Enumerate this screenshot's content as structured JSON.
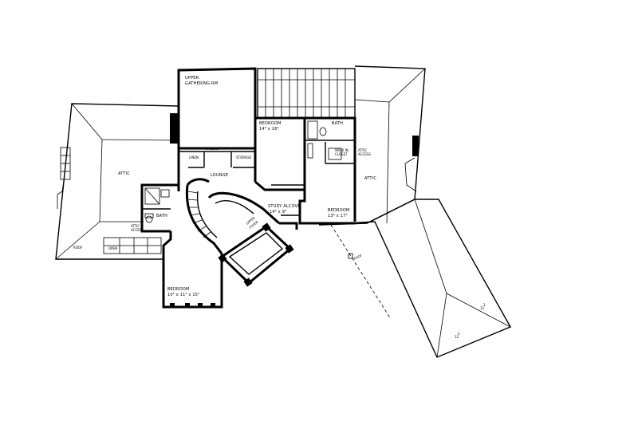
{
  "rooms": {
    "upper_gathering": [
      "UPPER",
      "GATHERING RM"
    ],
    "bedroom_top": [
      "BEDROOM",
      "14⁸ x 16⁰"
    ],
    "bath_top": "BATH",
    "walk_in_closet": [
      "WALK IN",
      "CLOSET"
    ],
    "attic_access_right": [
      "ATTIC",
      "ACCESS"
    ],
    "attic_left": "ATTIC",
    "attic_right": "ATTIC",
    "lounge": "LOUNGE",
    "linen": "LINEN",
    "railing": "RAILING",
    "storage": "STORAGE",
    "bath_left": "BATH",
    "attic_access_left": [
      "ATTIC",
      "ACCESS"
    ],
    "open": "OPEN",
    "study_alcove": [
      "STUDY ALCOVE",
      "14⁰ x 9⁰"
    ],
    "upper_foyer": [
      "UPPER",
      "FOYER"
    ],
    "bedroom_right": [
      "BEDROOM",
      "13⁸ x 17⁰"
    ],
    "bedroom_bottom": [
      "BEDROOM",
      "10⁶ x 11⁶ x 15⁰"
    ],
    "roof_left": "ROOF",
    "roof_right": "ROOF"
  },
  "pitch_marks": [
    "3",
    "12",
    "3",
    "12"
  ]
}
